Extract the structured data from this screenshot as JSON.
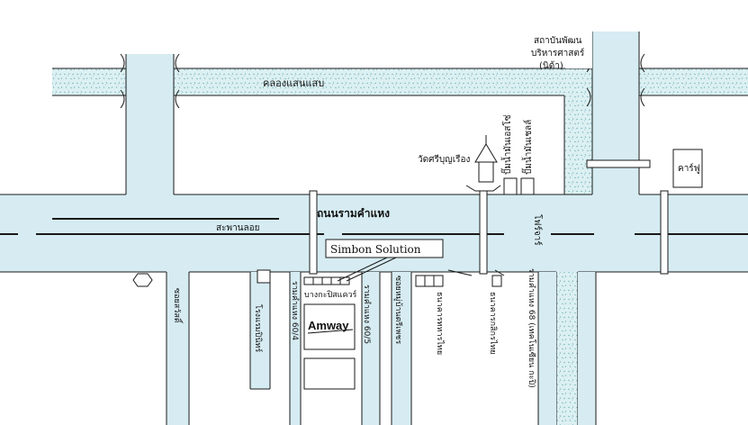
{
  "colors": {
    "road_fill": "#d6ecf2",
    "road_edge": "#1a1a1a",
    "canal_fill": "#dcf0f2",
    "canal_speckle": "#7fb6c2",
    "building_fill": "#ffffff",
    "lane_line": "#1a1a1a"
  },
  "labels": {
    "canal": "คลองแสนแสบ",
    "institute_line1": "สถาบันพัฒน",
    "institute_line2": "บริหารศาสตร์",
    "institute_line3": "(นิด้า)",
    "main_road": "ถนนรามคำแหง",
    "bridge": "สะพานลอย",
    "temple": "วัดศรีบุญเรือง",
    "gas_station_1": "ปั๊มน้ำมันเอสโซ่",
    "gas_station_2": "ปั๊มน้ำมันเชลล์",
    "carrefour": "คาร์ฟู",
    "hotel": "โฟร์จาร์",
    "simbon": "Simbon Solution",
    "soi_savasan": "ซอยสวัสดิ์",
    "supermarket": "โรงแรมปินิทร์",
    "soi_604": "รามคำแหง 60/4",
    "bangkapi": "บางกะปิสแควร์",
    "soi_605": "รามคำแหง 60/5",
    "amway": "Amway",
    "soi_mooban": "ซอยหมู่บ้านตรีเพชร",
    "bank_thai": "ธนาคารทหารไทย",
    "bank_kasikorn": "ธนาคารกสิกรไทย",
    "soi_68": "รามคำแหง 68 (เทคโนเซียน กะปิ)"
  },
  "icons": {
    "temple": "temple-icon",
    "hexagon": "hexagon-marker-icon"
  }
}
